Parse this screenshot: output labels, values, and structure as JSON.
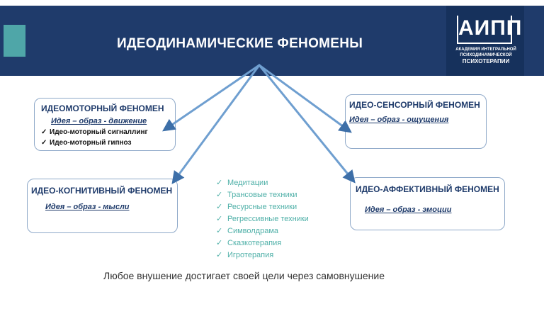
{
  "header": {
    "title": "ИДЕОДИНАМИЧЕСКИЕ ФЕНОМЕНЫ"
  },
  "logo": {
    "mark": "АИПП",
    "line1": "АКАДЕМИЯ ИНТЕГРАЛЬНОЙ",
    "line2": "ПСИХОДИНАМИЧЕСКОЙ",
    "line3": "ПСИХОТЕРАПИИ"
  },
  "boxes": {
    "ideomotor": {
      "title": "ИДЕОМОТОРНЫЙ ФЕНОМЕН",
      "formula": "Идея – образ - движение",
      "items": [
        "Идео-моторный сигналлинг",
        "Идео-моторный гипноз"
      ]
    },
    "ideosensory": {
      "title": "ИДЕО-СЕНСОРНЫЙ ФЕНОМЕН",
      "formula": "Идея – образ - ощущения"
    },
    "ideocognitive": {
      "title": "ИДЕО-КОГНИТИВНЫЙ ФЕНОМЕН",
      "formula": "Идея – образ - мысли"
    },
    "ideoaffective": {
      "title": "ИДЕО-АФФЕКТИВНЫЙ ФЕНОМЕН",
      "formula": "Идея – образ - эмоции"
    }
  },
  "techniques": [
    "Медитации",
    "Трансовые техники",
    "Ресурсные техники",
    "Регрессивные техники",
    "Символдрама",
    "Сказкотерапия",
    "Игротерапия"
  ],
  "footer": "Любое внушение достигает своей цели через самовнушение",
  "colors": {
    "banner": "#1f3b6b",
    "accent": "#4fa6a8",
    "arrow": "#6f9fd0",
    "techniques": "#4fb0a8"
  }
}
